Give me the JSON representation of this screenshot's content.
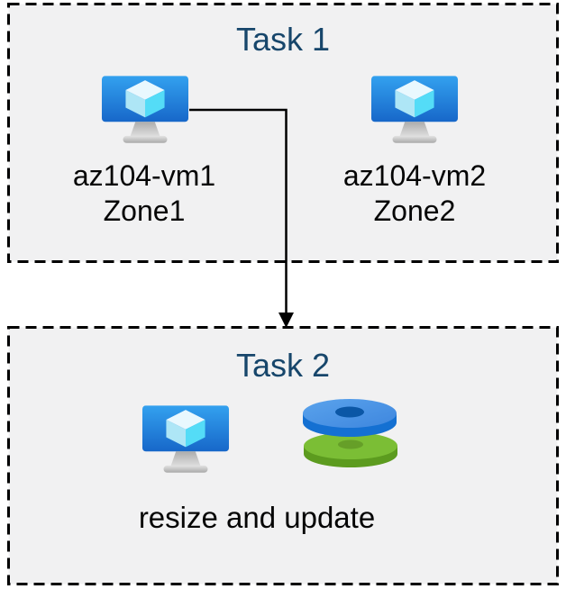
{
  "task1": {
    "title": "Task 1",
    "vms": [
      {
        "name": "az104-vm1",
        "zone": "Zone1",
        "icon": "virtual-machine-icon"
      },
      {
        "name": "az104-vm2",
        "zone": "Zone2",
        "icon": "virtual-machine-icon"
      }
    ]
  },
  "task2": {
    "title": "Task 2",
    "caption": "resize and update",
    "icons": [
      "virtual-machine-icon",
      "managed-disks-icon"
    ]
  },
  "arrow": {
    "connects": [
      "az104-vm1",
      "Task 2"
    ],
    "direction": "down"
  },
  "colors": {
    "title_text": "#17466B",
    "label_text": "#050505",
    "box_fill": "#F1F1F2",
    "box_border": "#000000",
    "monitor_gradient_top": "#33A1EF",
    "monitor_gradient_bottom": "#1767C9",
    "cube_top": "#E9F8FE",
    "cube_left": "#AEE6F6",
    "cube_right": "#54DCF7",
    "stand_gray": "#C4C4C4",
    "disk_blue_top": "#4A94E6",
    "disk_blue_side": "#1470D2",
    "disk_blue_hole": "#0B57A6",
    "disk_green_top": "#7BBE35",
    "disk_green_side": "#5C9B1F",
    "disk_green_hole": "#669F28"
  }
}
